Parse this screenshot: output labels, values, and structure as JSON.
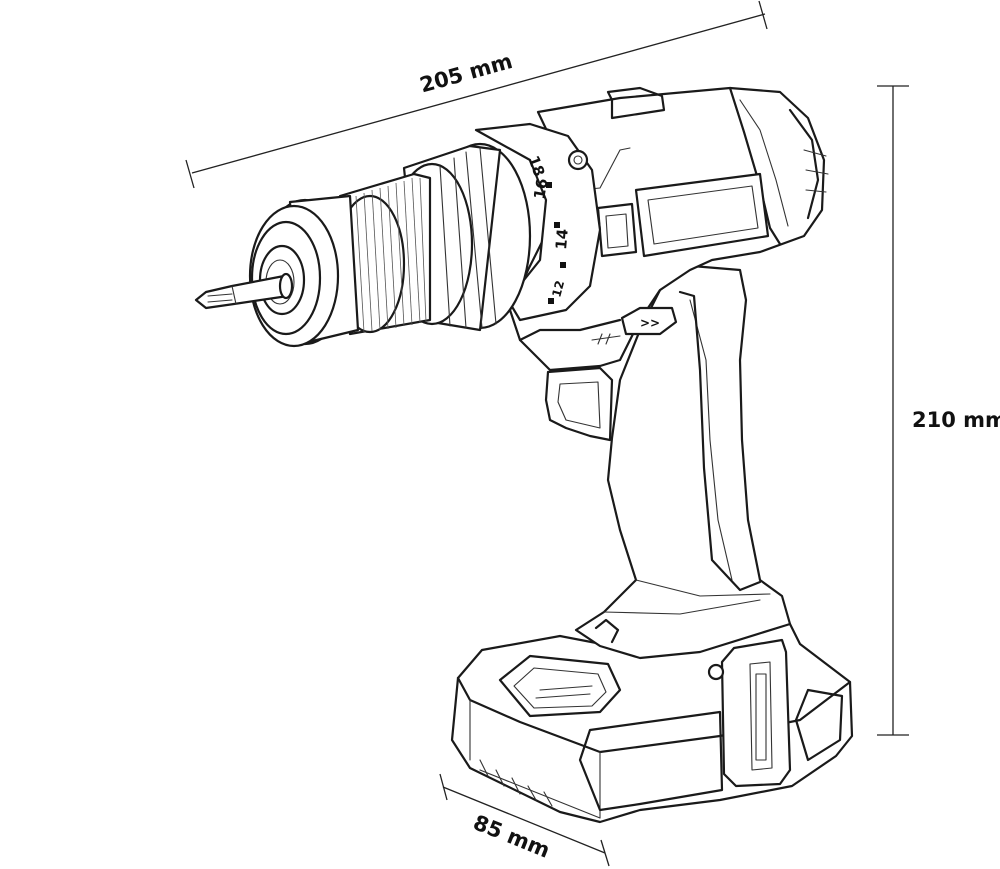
{
  "dimensions": {
    "length": "205 mm",
    "height": "210 mm",
    "width": "85 mm"
  },
  "torque_dial": {
    "marks": [
      "12",
      "14",
      "16",
      "18"
    ]
  },
  "switch_symbol": ">>"
}
